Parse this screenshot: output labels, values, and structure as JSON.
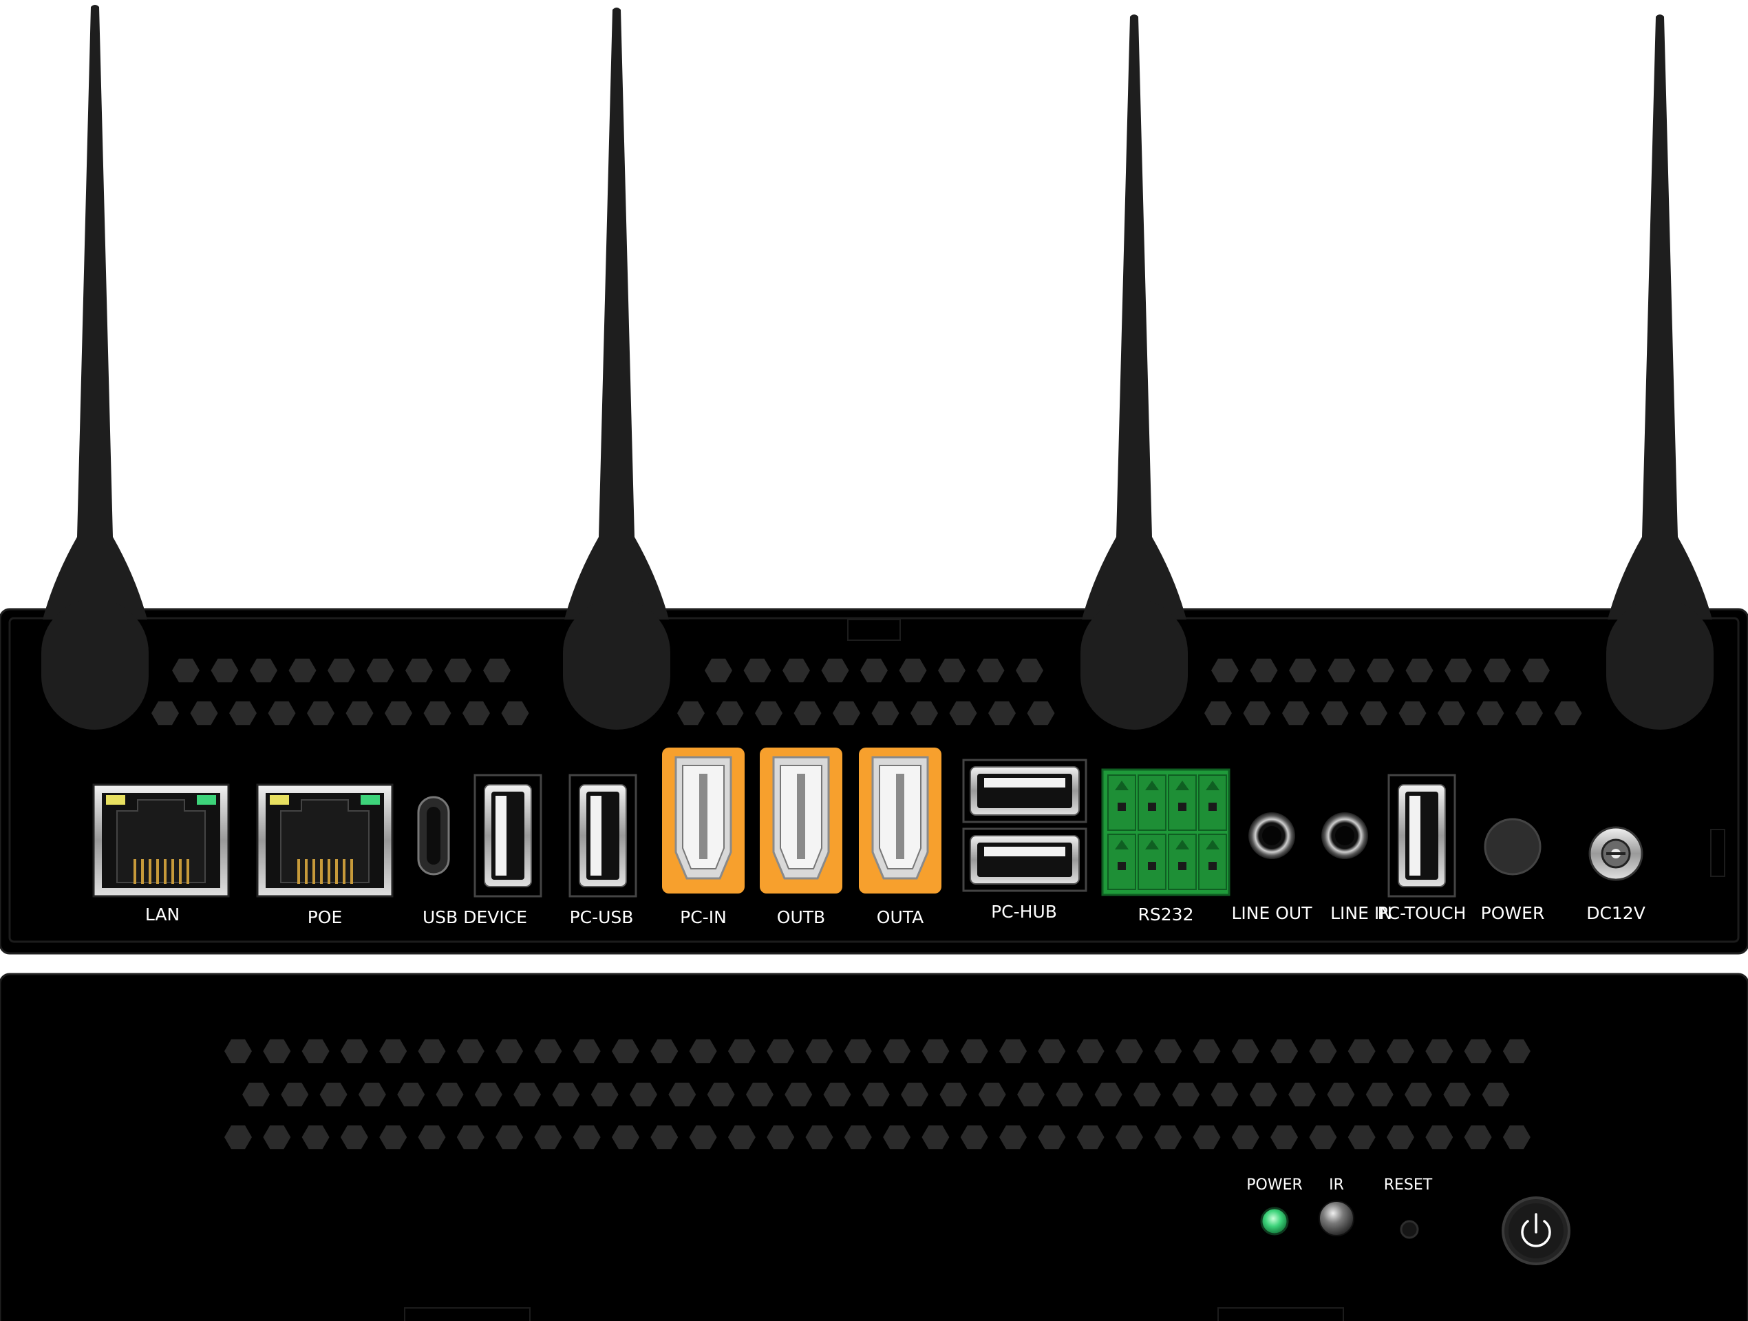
{
  "rear_panel": {
    "ports": {
      "lan": "LAN",
      "poe": "POE",
      "usb_device": "USB DEVICE",
      "pc_usb": "PC-USB",
      "pc_in": "PC-IN",
      "outb": "OUTB",
      "outa": "OUTA",
      "pc_hub": "PC-HUB",
      "rs232": "RS232",
      "line_out": "LINE OUT",
      "line_in": "LINE IN",
      "pc_touch": "PC-TOUCH",
      "power": "POWER",
      "dc12v": "DC12V"
    }
  },
  "front_panel": {
    "indicators": {
      "power": "POWER",
      "ir": "IR",
      "reset": "RESET"
    }
  },
  "colors": {
    "chassis": "#000000",
    "vent": "#2b2b2b",
    "antenna": "#1e1e1e",
    "hdmi_accent": "#f7a02d",
    "terminal_green": "#1f9a3a",
    "led_green": "#3dd37a",
    "led_yellow": "#e8e060",
    "label": "#ffffff"
  },
  "icons": {
    "power_button": "power-icon"
  }
}
